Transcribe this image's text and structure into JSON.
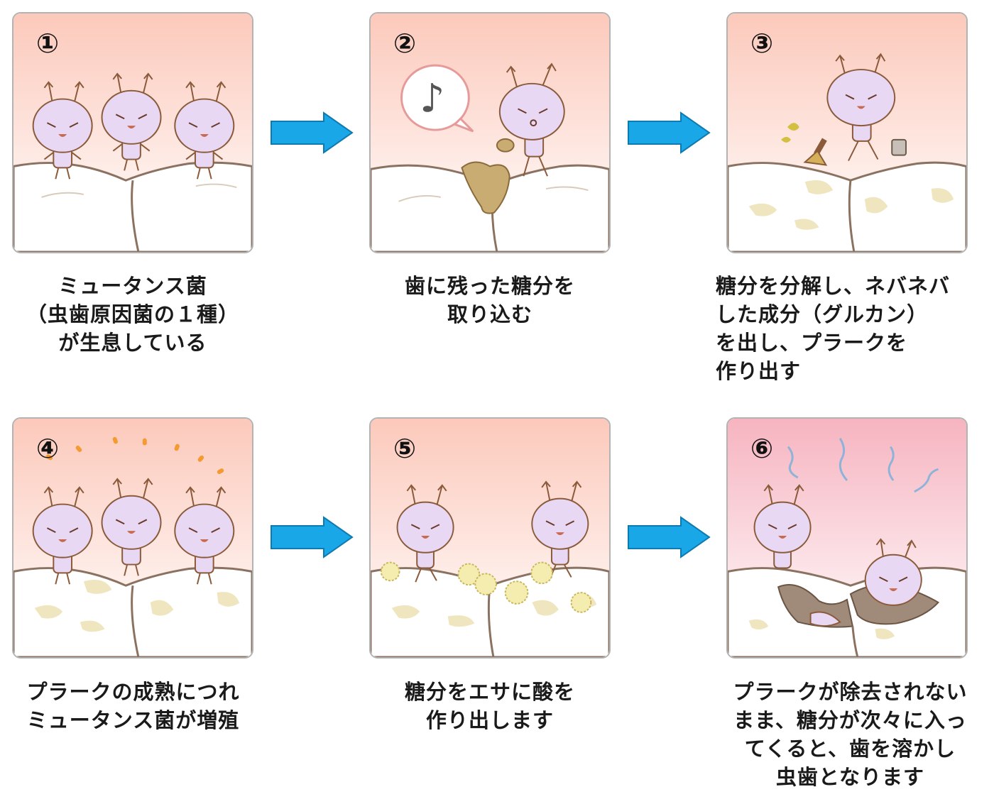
{
  "steps": [
    {
      "number": "①",
      "caption": "ミュータンス菌\n（虫歯原因菌の１種）\nが生息している"
    },
    {
      "number": "②",
      "caption": "歯に残った糖分を\n取り込む"
    },
    {
      "number": "③",
      "caption": "糖分を分解し、ネバネバ\nした成分（グルカン）\nを出し、プラークを\n作り出す"
    },
    {
      "number": "④",
      "caption": "プラークの成熟につれ\nミュータンス菌が増殖"
    },
    {
      "number": "⑤",
      "caption": "糖分をエサに酸を\n作り出します"
    },
    {
      "number": "⑥",
      "caption": "プラークが除去されない\nまま、糖分が次々に入っ\nてくると、歯を溶かし\n虫歯となります"
    }
  ],
  "colors": {
    "sky_top": "#fdd0c4",
    "sky_bottom": "#ffffff",
    "tooth": "#ffffff",
    "tooth_outline": "#8a7160",
    "germ": "#e8d8f3",
    "germ_outline": "#8a5a3a",
    "plaque": "#efe6bf",
    "sugar": "#c9ac72",
    "acid": "#f5ecb0",
    "arrow": "#1aa7e8",
    "stink": "#8fb3d8",
    "sparkle": "#f49a30",
    "decay": "#a08a7a"
  }
}
